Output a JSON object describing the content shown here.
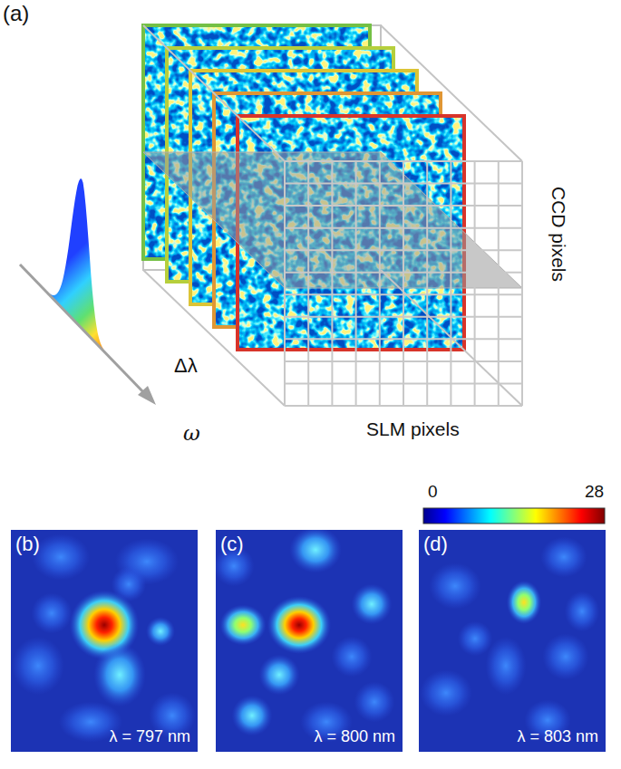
{
  "diagram": {
    "nodes": [
      {
        "text": [
          "(b)",
          "λ = 797 nm"
        ]
      },
      {
        "text": [
          "(c)",
          "λ = 800 nm"
        ]
      },
      {
        "text": [
          "(d)",
          "λ = 803 nm"
        ]
      }
    ],
    "labels": [
      "(a)",
      "CCD pixels",
      "SLM pixels",
      "Δλ",
      "ω",
      "0",
      "28"
    ]
  }
}
